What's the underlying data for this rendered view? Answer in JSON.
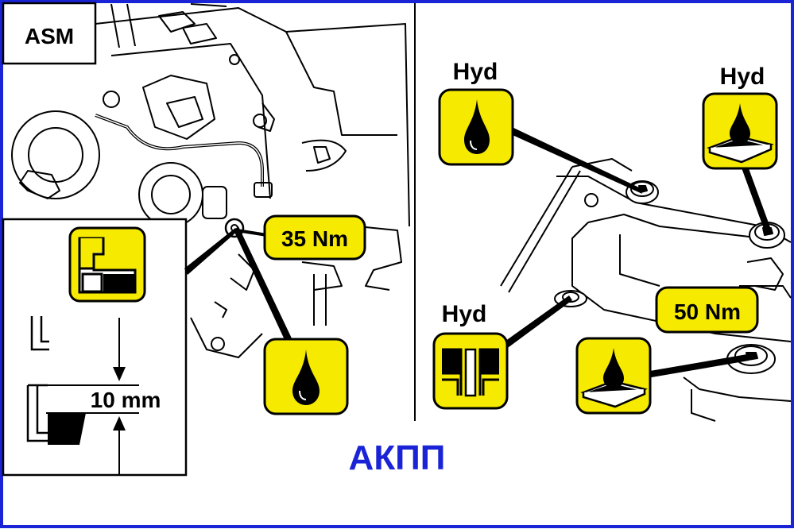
{
  "colors": {
    "frame": "#1a24d6",
    "badge": "#f5ea00",
    "ink": "#000000",
    "title": "#1a24d6"
  },
  "left_panel": {
    "label": "ASM",
    "torque": "35 Nm",
    "level": "10 mm",
    "icons": [
      "oil-drop-icon",
      "level-check-icon"
    ]
  },
  "right_panel": {
    "labels": [
      "Hyd",
      "Hyd",
      "Hyd"
    ],
    "torque": "50 Nm",
    "icons": [
      "oil-drop-icon",
      "oil-drop-on-seal-icon",
      "seal-washer-icon",
      "oil-drop-on-seal-icon"
    ]
  },
  "title": "АКПП"
}
